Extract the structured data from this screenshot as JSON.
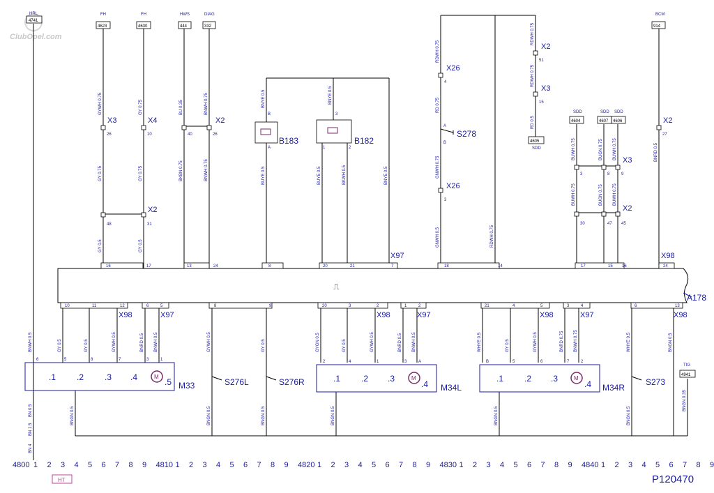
{
  "watermark": "ClubOpel.com",
  "drawing_number": "P120470",
  "ht_tag": "HT",
  "footer": {
    "start": "4800",
    "digits": [
      "1",
      "2",
      "3",
      "4",
      "5",
      "6",
      "7",
      "8",
      "9",
      "4810",
      "1",
      "2",
      "3",
      "4",
      "5",
      "6",
      "7",
      "8",
      "9",
      "4820",
      "1",
      "2",
      "3",
      "4",
      "5",
      "6",
      "7",
      "8",
      "9",
      "4830",
      "1",
      "2",
      "3",
      "4",
      "5",
      "6",
      "7",
      "8",
      "9",
      "4840",
      "1",
      "2",
      "3",
      "4",
      "5",
      "6",
      "7",
      "8",
      "9"
    ]
  },
  "top_refs": [
    {
      "t": "HRL",
      "v": "4741"
    },
    {
      "t": "FH",
      "v": "4623"
    },
    {
      "t": "FH",
      "v": "4630"
    },
    {
      "t": "HWS",
      "v": "444"
    },
    {
      "t": "DIAG",
      "v": "332"
    },
    {
      "t": "BCM",
      "v": "914"
    }
  ],
  "sdd_refs": [
    {
      "t": "SDD",
      "v": "4604"
    },
    {
      "t": "SDD",
      "v": "4607"
    },
    {
      "t": "SDD",
      "v": "4606"
    }
  ],
  "tig_ref": {
    "t": "TIG",
    "v": "4941"
  },
  "sdd_ref2": {
    "t": "SDD",
    "v": "4605"
  },
  "connectors": [
    "X3",
    "X4",
    "X2",
    "X2",
    "X26",
    "X26",
    "X2",
    "X3",
    "X2",
    "X3",
    "X2",
    "X2",
    "X97",
    "X98",
    "X98",
    "X97",
    "X98",
    "X97",
    "X98",
    "X97",
    "X98"
  ],
  "components": {
    "module": "A178",
    "b183": "B183",
    "b182": "B182",
    "s278": "S278",
    "m33": "M33",
    "s276l": "S276L",
    "s276r": "S276R",
    "m34l": "M34L",
    "m34r": "M34R",
    "s273": "S273"
  },
  "switch_pos": [
    ".1",
    ".2",
    ".3",
    ".4",
    ".5"
  ],
  "motor_symbol": "M",
  "pin_labels": {
    "upper": [
      "16",
      "17",
      "13",
      "24",
      "8",
      "20",
      "21",
      "7",
      "18",
      "14",
      "17",
      "15",
      "16",
      "24"
    ],
    "lower": [
      "10",
      "11",
      "12",
      "6",
      "5",
      "8",
      "9",
      "20",
      "3",
      "2",
      "1",
      "2",
      "21",
      "4",
      "5",
      "3",
      "4",
      "6",
      "13"
    ],
    "x_pins": [
      "26",
      "10",
      "40",
      "26",
      "48",
      "31",
      "4",
      "3",
      "51",
      "15",
      "27",
      "3",
      "8",
      "9",
      "30",
      "47",
      "45"
    ],
    "comp_pins": [
      "B",
      "A",
      "3",
      "1",
      "2",
      "A",
      "B",
      "6",
      "5",
      "8",
      "7",
      "2",
      "4",
      "1",
      "3",
      "A",
      "B",
      "5",
      "6",
      "7",
      "2",
      "1",
      "3"
    ]
  },
  "wire_labels": [
    "GYWH 0.75",
    "GY 0.75",
    "BU 0.35",
    "BNWH 0.75",
    "BNYE 0.5",
    "BNYE 0.5",
    "RDWH 0.75",
    "RDWH 0.75",
    "RDWH 0.75",
    "RD 0.75",
    "RD 0.5",
    "GNWH 0.75",
    "GY 0.75",
    "GY 0.75",
    "BKBN 0.75",
    "BNWH 0.75",
    "BUYE 0.5",
    "BUYE 0.5",
    "BKWH 0.5",
    "BNYE 0.5",
    "BUWH 0.75",
    "BUGN 0.75",
    "BUWH 0.75",
    "BNRD 0.5",
    "GY 0.5",
    "GY 0.5",
    "GNWH 0.5",
    "RDWH 0.75",
    "BUWH 0.75",
    "BUGN 0.75",
    "BUWH 0.75",
    "BNWH 0.5",
    "GY 0.5",
    "GY 0.5",
    "GYWH 0.5",
    "BNRD 0.5",
    "BNWH 0.5",
    "GYWH 0.5",
    "GY 0.5",
    "GYGN 0.5",
    "GY 0.5",
    "GYWH 0.5",
    "BNRD 0.5",
    "BNWH 0.5",
    "WHYE 0.5",
    "GY 0.5",
    "GYWH 0.5",
    "BNRD 0.75",
    "BNWH 0.75",
    "WHYE 0.5",
    "BNGN 0.5",
    "BN 0.5",
    "BN 1.5",
    "BN 4",
    "BNGN 0.5",
    "BNGN 0.5",
    "BNGN 0.5",
    "BNGN 0.5",
    "BNGN 0.5",
    "BNGN 0.5",
    "BNGN 0.35"
  ]
}
